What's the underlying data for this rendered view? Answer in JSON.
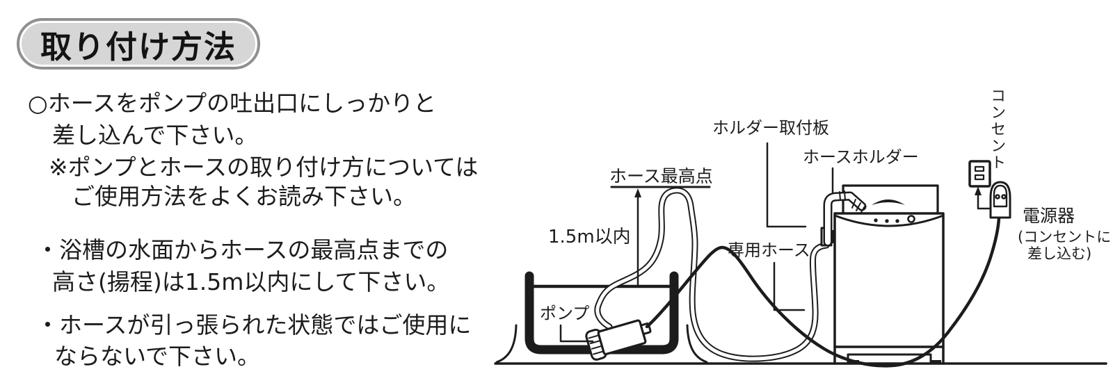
{
  "title": "取り付け方法",
  "instructions": {
    "item1": {
      "line1": "○ホースをポンプの吐出口にしっかりと",
      "line2": "差し込んで下さい。"
    },
    "note": {
      "line1": "※ポンプとホースの取り付け方については",
      "line2": "ご使用方法をよくお読み下さい。"
    },
    "item2": {
      "line1": "・浴槽の水面からホースの最高点までの",
      "line2": "高さ(揚程)は1.5m以内にして下さい。"
    },
    "item3": {
      "line1": "・ホースが引っ張られた状態ではご使用に",
      "line2": "ならないで下さい。"
    }
  },
  "diagram": {
    "labels": {
      "hose_peak": "ホース最高点",
      "lift_limit": "1.5m以内",
      "holder_plate": "ホルダー取付板",
      "hose_holder": "ホースホルダー",
      "dedicated_hose": "専用ホース",
      "pump": "ポンプ",
      "outlet": "コンセント",
      "power_unit": "電源器",
      "power_unit_note_line1": "(コンセントに",
      "power_unit_note_line2": "差し込む)"
    },
    "colors": {
      "line": "#1c1c1c",
      "badge_fill": "#d6d6d6",
      "badge_border": "#8f8f8f",
      "background": "#ffffff"
    }
  }
}
